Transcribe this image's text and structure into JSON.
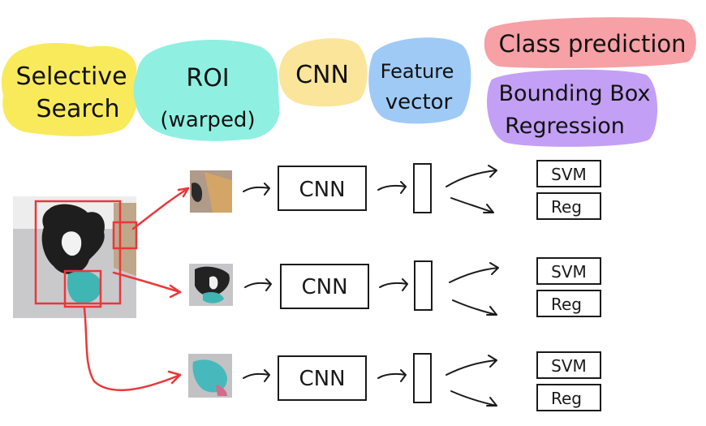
{
  "colors": {
    "yellow": "#f9ea5c",
    "teal": "#8ff0e2",
    "orange": "#fbe59a",
    "blue": "#9fcaf6",
    "pink": "#f7a0a6",
    "purple": "#c3a0f6",
    "red_arrow": "#e8383a",
    "stroke": "#1a1a1a"
  },
  "header": {
    "selective_search": [
      "Selective",
      "Search"
    ],
    "roi": [
      "ROI",
      "(warped)"
    ],
    "cnn": "CNN",
    "feature_vector": [
      "Feature",
      "vector"
    ],
    "class_prediction": "Class prediction",
    "bbox_regression": [
      "Bounding Box",
      "Regression"
    ]
  },
  "rows": [
    {
      "cnn_label": "CNN",
      "svm_label": "SVM",
      "reg_label": "Reg"
    },
    {
      "cnn_label": "CNN",
      "svm_label": "SVM",
      "reg_label": "Reg"
    },
    {
      "cnn_label": "CNN",
      "svm_label": "SVM",
      "reg_label": "Reg"
    }
  ],
  "icons": {
    "input_photo": "dog-photo-icon",
    "roi_crops": [
      "blanket-crop-icon",
      "dog-crop-icon",
      "toy-crop-icon"
    ]
  }
}
